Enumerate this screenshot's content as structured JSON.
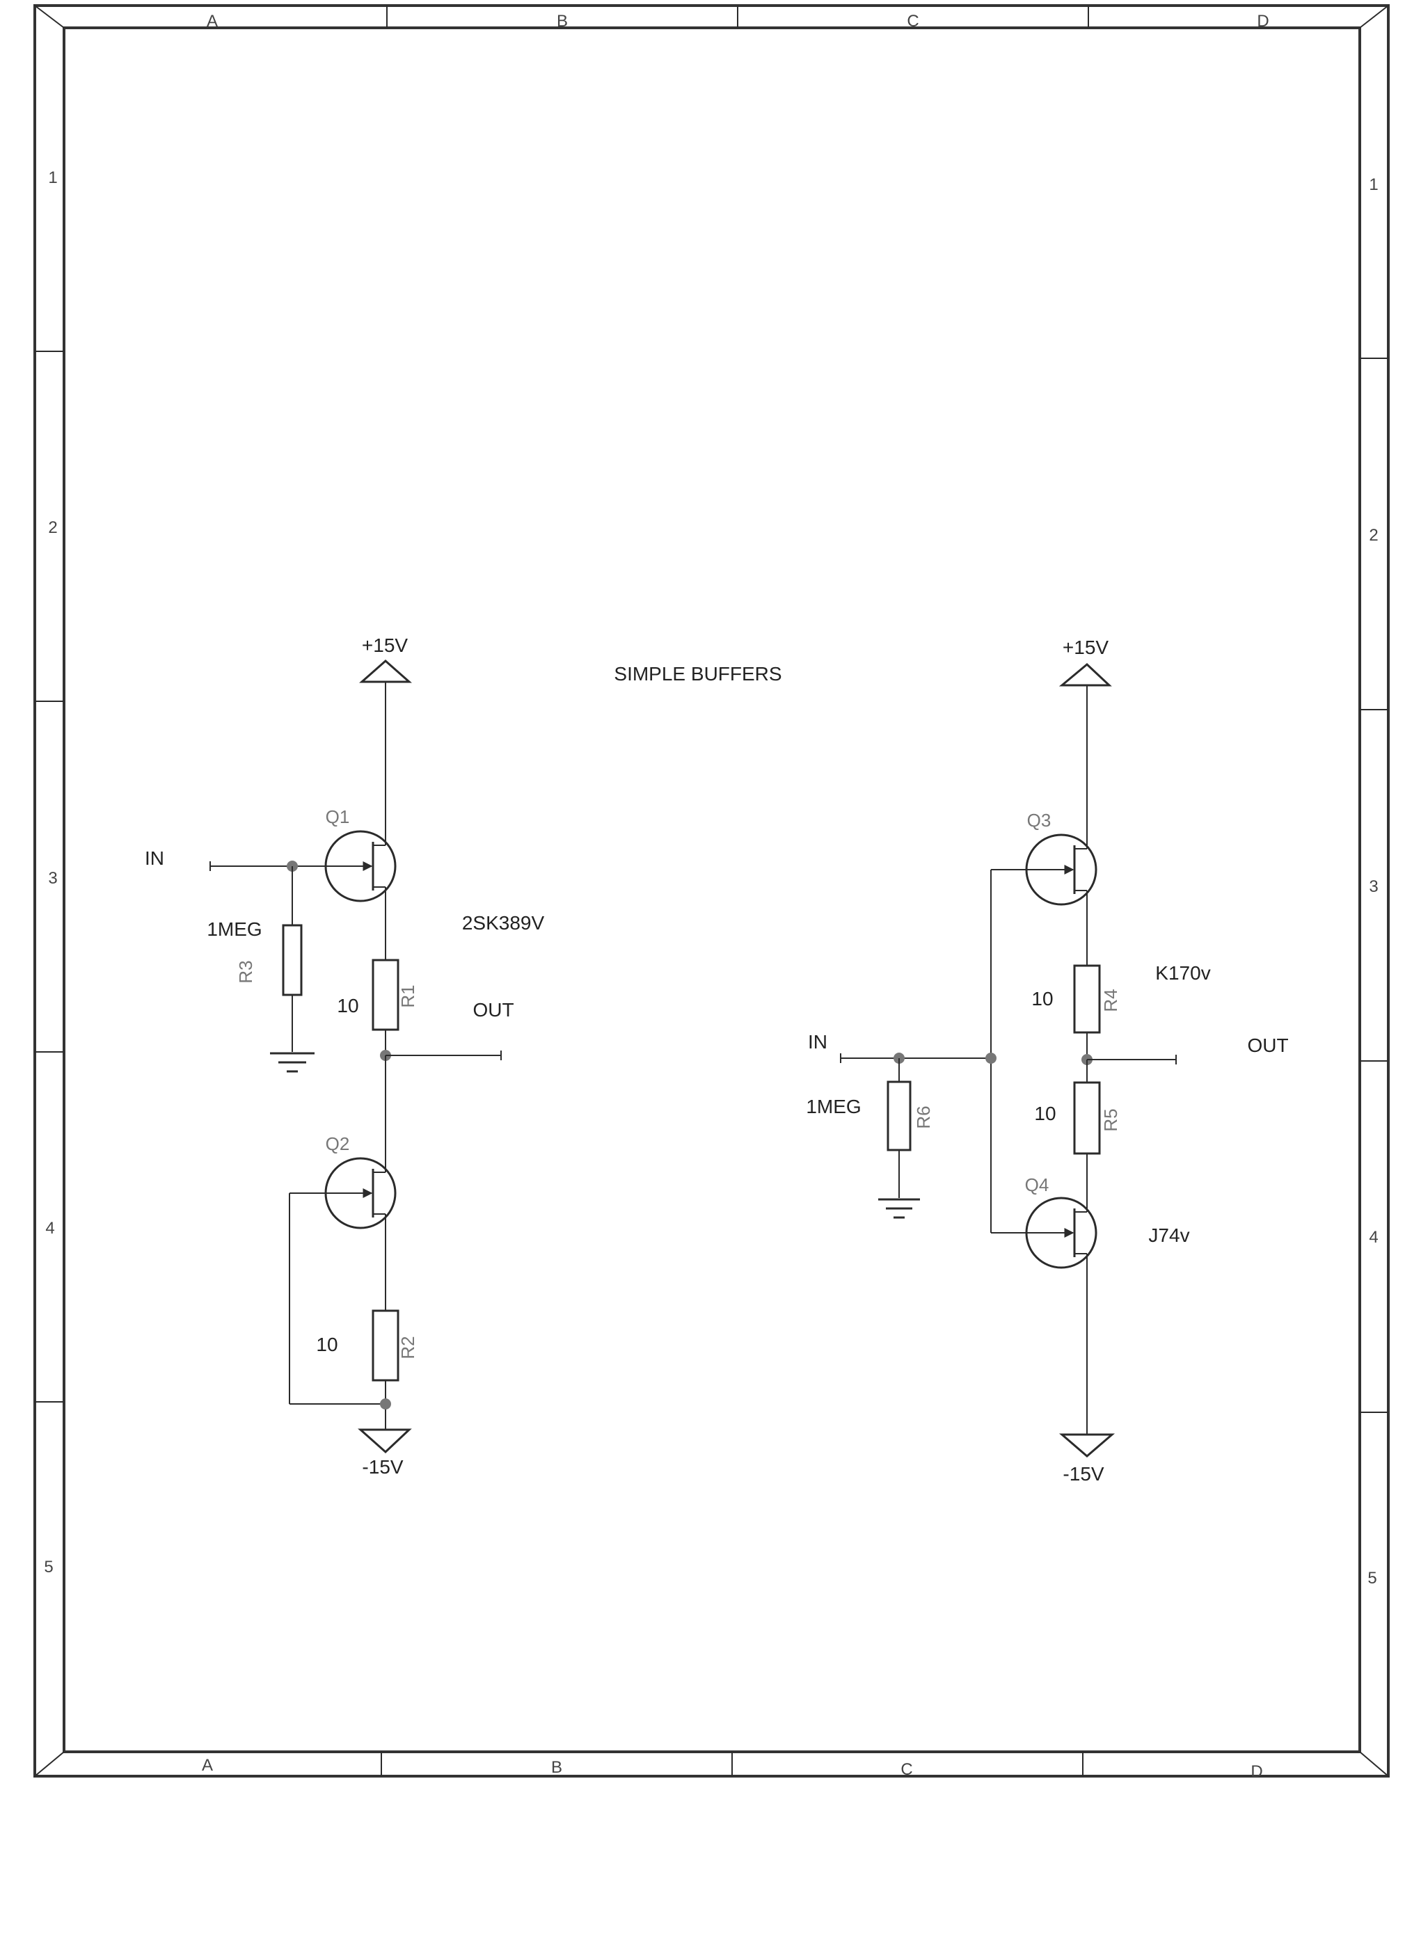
{
  "title": "SIMPLE BUFFERS",
  "border": {
    "columns": [
      "A",
      "B",
      "C",
      "D"
    ],
    "rows": [
      "1",
      "2",
      "3",
      "4",
      "5"
    ]
  },
  "circuit_left": {
    "supply_pos": "+15V",
    "supply_neg": "-15V",
    "input": "IN",
    "output": "OUT",
    "part_label": "2SK389V",
    "q1": "Q1",
    "q2": "Q2",
    "r1": {
      "ref": "R1",
      "value": "10"
    },
    "r2": {
      "ref": "R2",
      "value": "10"
    },
    "r3": {
      "ref": "R3",
      "value": "1MEG"
    }
  },
  "circuit_right": {
    "supply_pos": "+15V",
    "supply_neg": "-15V",
    "input": "IN",
    "output": "OUT",
    "part_top": "K170v",
    "part_bottom": "J74v",
    "q3": "Q3",
    "q4": "Q4",
    "r4": {
      "ref": "R4",
      "value": "10"
    },
    "r5": {
      "ref": "R5",
      "value": "10"
    },
    "r6": {
      "ref": "R6",
      "value": "1MEG"
    }
  }
}
